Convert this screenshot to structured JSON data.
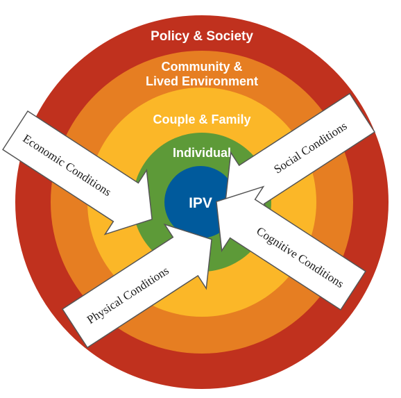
{
  "diagram": {
    "rings": [
      {
        "label_lines": [
          "Policy & Society"
        ],
        "color": "#c0311e"
      },
      {
        "label_lines": [
          "Community &",
          "Lived Environment"
        ],
        "color": "#e67e22"
      },
      {
        "label_lines": [
          "Couple & Family"
        ],
        "color": "#fbb728"
      },
      {
        "label_lines": [
          "Individual"
        ],
        "color": "#5d9a38"
      }
    ],
    "center": {
      "label": "IPV",
      "color": "#005a9c"
    },
    "arrows": [
      {
        "label": "Economic Conditions"
      },
      {
        "label": "Social Conditions"
      },
      {
        "label": "Physical Conditions"
      },
      {
        "label": "Cognitive Conditions"
      }
    ],
    "arrow_fill": "#ffffff",
    "arrow_stroke": "#555555"
  }
}
